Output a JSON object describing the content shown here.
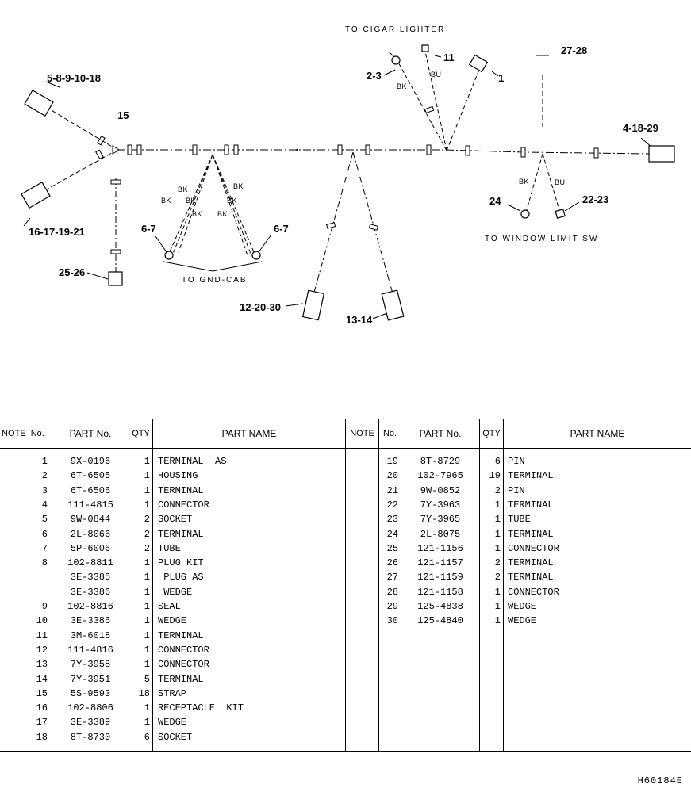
{
  "diagram": {
    "callouts": {
      "c_5_8_9_10_18": "5-8-9-10-18",
      "c_15": "15",
      "c_16_17_19_21": "16-17-19-21",
      "c_25_26": "25-26",
      "c_6_7_left": "6-7",
      "c_6_7_right": "6-7",
      "c_12_20_30": "12-20-30",
      "c_13_14": "13-14",
      "c_2_3": "2-3",
      "c_11": "11",
      "c_1": "1",
      "c_27_28": "27-28",
      "c_4_18_29": "4-18-29",
      "c_24": "24",
      "c_22_23": "22-23"
    },
    "wire_colors": {
      "bk": "BK",
      "bu": "BU"
    },
    "notes": {
      "cigar": "TO CIGAR LIGHTER",
      "gnd_cab": "TO GND-CAB",
      "window": "TO WINDOW LIMIT SW"
    }
  },
  "table": {
    "headers": {
      "note": "NOTE",
      "no": "No.",
      "part_no": "PART No.",
      "qty": "QTY",
      "part_name": "PART NAME"
    },
    "left_rows": [
      {
        "no": "1",
        "part": "9X-0196",
        "qty": "1",
        "name": "TERMINAL  AS"
      },
      {
        "no": "2",
        "part": "6T-6505",
        "qty": "1",
        "name": "HOUSING"
      },
      {
        "no": "3",
        "part": "6T-6506",
        "qty": "1",
        "name": "TERMINAL"
      },
      {
        "no": "4",
        "part": "111-4815",
        "qty": "1",
        "name": "CONNECTOR"
      },
      {
        "no": "5",
        "part": "9W-0844",
        "qty": "2",
        "name": "SOCKET"
      },
      {
        "no": "6",
        "part": "2L-8066",
        "qty": "2",
        "name": "TERMINAL"
      },
      {
        "no": "7",
        "part": "5P-6006",
        "qty": "2",
        "name": "TUBE"
      },
      {
        "no": "8",
        "part": "102-8811",
        "qty": "1",
        "name": "PLUG KIT"
      },
      {
        "no": "",
        "part": "3E-3385",
        "qty": "1",
        "name": " PLUG AS"
      },
      {
        "no": "",
        "part": "3E-3386",
        "qty": "1",
        "name": " WEDGE"
      },
      {
        "no": "9",
        "part": "102-8816",
        "qty": "1",
        "name": "SEAL"
      },
      {
        "no": "10",
        "part": "3E-3386",
        "qty": "1",
        "name": "WEDGE"
      },
      {
        "no": "11",
        "part": "3M-6018",
        "qty": "1",
        "name": "TERMINAL"
      },
      {
        "no": "12",
        "part": "111-4816",
        "qty": "1",
        "name": "CONNECTOR"
      },
      {
        "no": "13",
        "part": "7Y-3958",
        "qty": "1",
        "name": "CONNECTOR"
      },
      {
        "no": "14",
        "part": "7Y-3951",
        "qty": "5",
        "name": "TERMINAL"
      },
      {
        "no": "15",
        "part": "5S-9593",
        "qty": "18",
        "name": "STRAP"
      },
      {
        "no": "16",
        "part": "102-8806",
        "qty": "1",
        "name": "RECEPTACLE  KIT"
      },
      {
        "no": "17",
        "part": "3E-3389",
        "qty": "1",
        "name": "WEDGE"
      },
      {
        "no": "18",
        "part": "8T-8730",
        "qty": "6",
        "name": "SOCKET"
      }
    ],
    "right_rows": [
      {
        "no": "19",
        "part": "8T-8729",
        "qty": "6",
        "name": "PIN"
      },
      {
        "no": "20",
        "part": "102-7965",
        "qty": "19",
        "name": "TERMINAL"
      },
      {
        "no": "21",
        "part": "9W-0852",
        "qty": "2",
        "name": "PIN"
      },
      {
        "no": "22",
        "part": "7Y-3963",
        "qty": "1",
        "name": "TERMINAL"
      },
      {
        "no": "23",
        "part": "7Y-3965",
        "qty": "1",
        "name": "TUBE"
      },
      {
        "no": "24",
        "part": "2L-8075",
        "qty": "1",
        "name": "TERMINAL"
      },
      {
        "no": "25",
        "part": "121-1156",
        "qty": "1",
        "name": "CONNECTOR"
      },
      {
        "no": "26",
        "part": "121-1157",
        "qty": "2",
        "name": "TERMINAL"
      },
      {
        "no": "27",
        "part": "121-1159",
        "qty": "2",
        "name": "TERMINAL"
      },
      {
        "no": "28",
        "part": "121-1158",
        "qty": "1",
        "name": "CONNECTOR"
      },
      {
        "no": "29",
        "part": "125-4838",
        "qty": "1",
        "name": "WEDGE"
      },
      {
        "no": "30",
        "part": "125-4840",
        "qty": "1",
        "name": "WEDGE"
      }
    ]
  },
  "doc_id": "H60184E"
}
